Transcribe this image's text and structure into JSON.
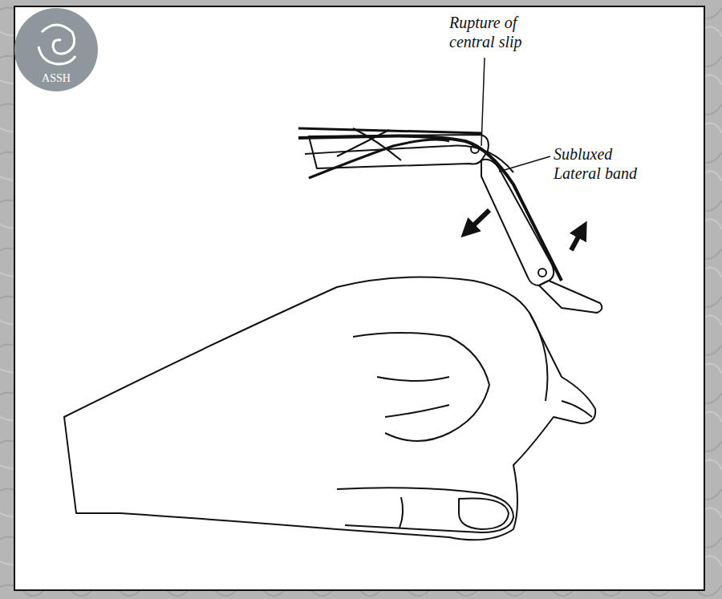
{
  "diagram": {
    "labels": [
      "ASSH",
      "Rupture of central slip",
      "Subluxed Lateral band"
    ]
  }
}
